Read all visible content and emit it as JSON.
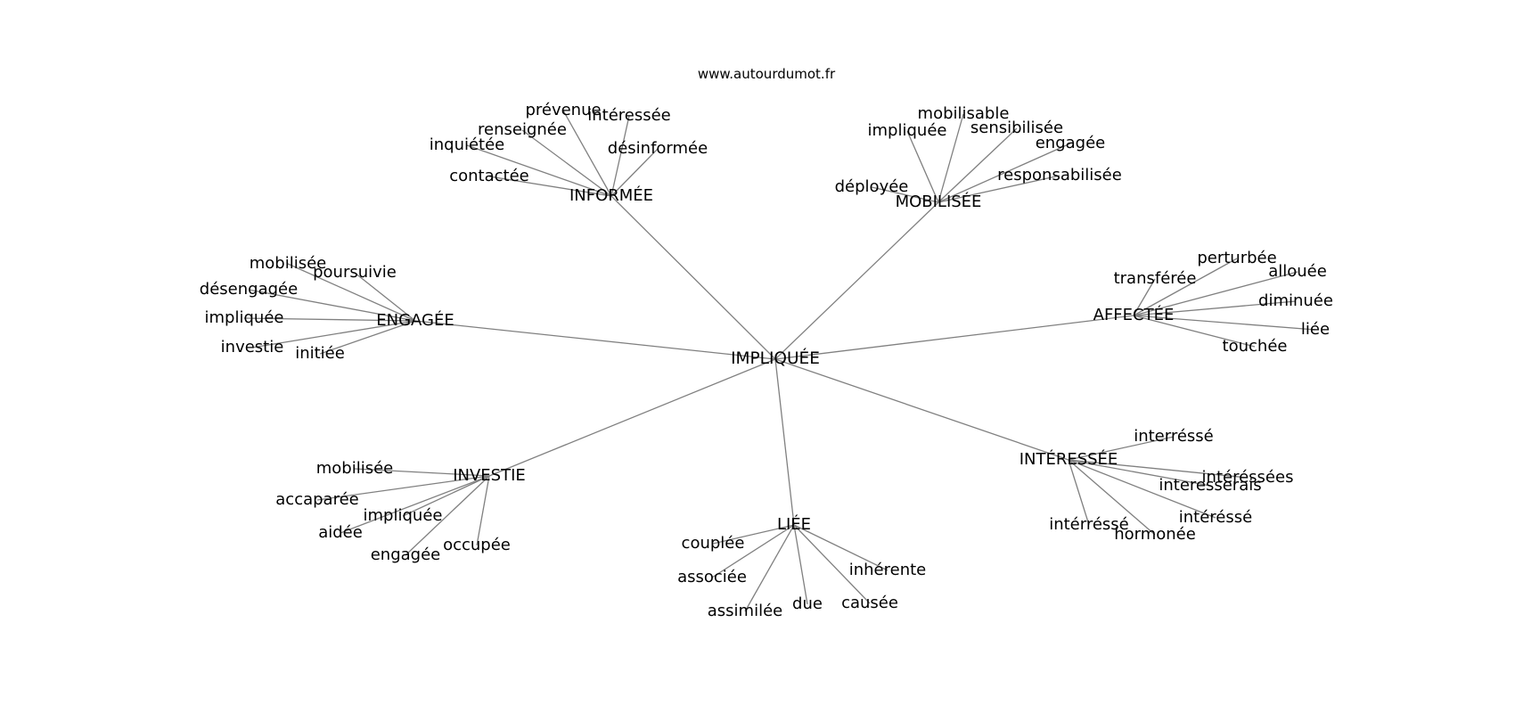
{
  "site": "www.autourdumot.fr",
  "root": "IMPLIQUÉE",
  "groups": [
    {
      "label": "INFORMÉE",
      "children": [
        "prévenue",
        "intéressée",
        "renseignée",
        "inquiétée",
        "désinformée",
        "contactée"
      ]
    },
    {
      "label": "MOBILISÉE",
      "children": [
        "mobilisable",
        "impliquée",
        "sensibilisée",
        "engagée",
        "déployée",
        "responsabilisée"
      ]
    },
    {
      "label": "ENGAGÉE",
      "children": [
        "mobilisée",
        "poursuivie",
        "désengagée",
        "impliquée",
        "investie",
        "initiée"
      ]
    },
    {
      "label": "AFFECTÉE",
      "children": [
        "perturbée",
        "transférée",
        "allouée",
        "diminuée",
        "liée",
        "touchée"
      ]
    },
    {
      "label": "INVESTIE",
      "children": [
        "mobilisée",
        "accaparée",
        "impliquée",
        "aidée",
        "engagée",
        "occupée"
      ]
    },
    {
      "label": "LIÉE",
      "children": [
        "couplée",
        "associée",
        "assimilée",
        "due",
        "causée",
        "inhérente"
      ]
    },
    {
      "label": "INTÉRESSÉE",
      "children": [
        "interréssé",
        "intéréssées",
        "interesserais",
        "intéréssé",
        "intérréssé",
        "hormonée"
      ]
    }
  ]
}
